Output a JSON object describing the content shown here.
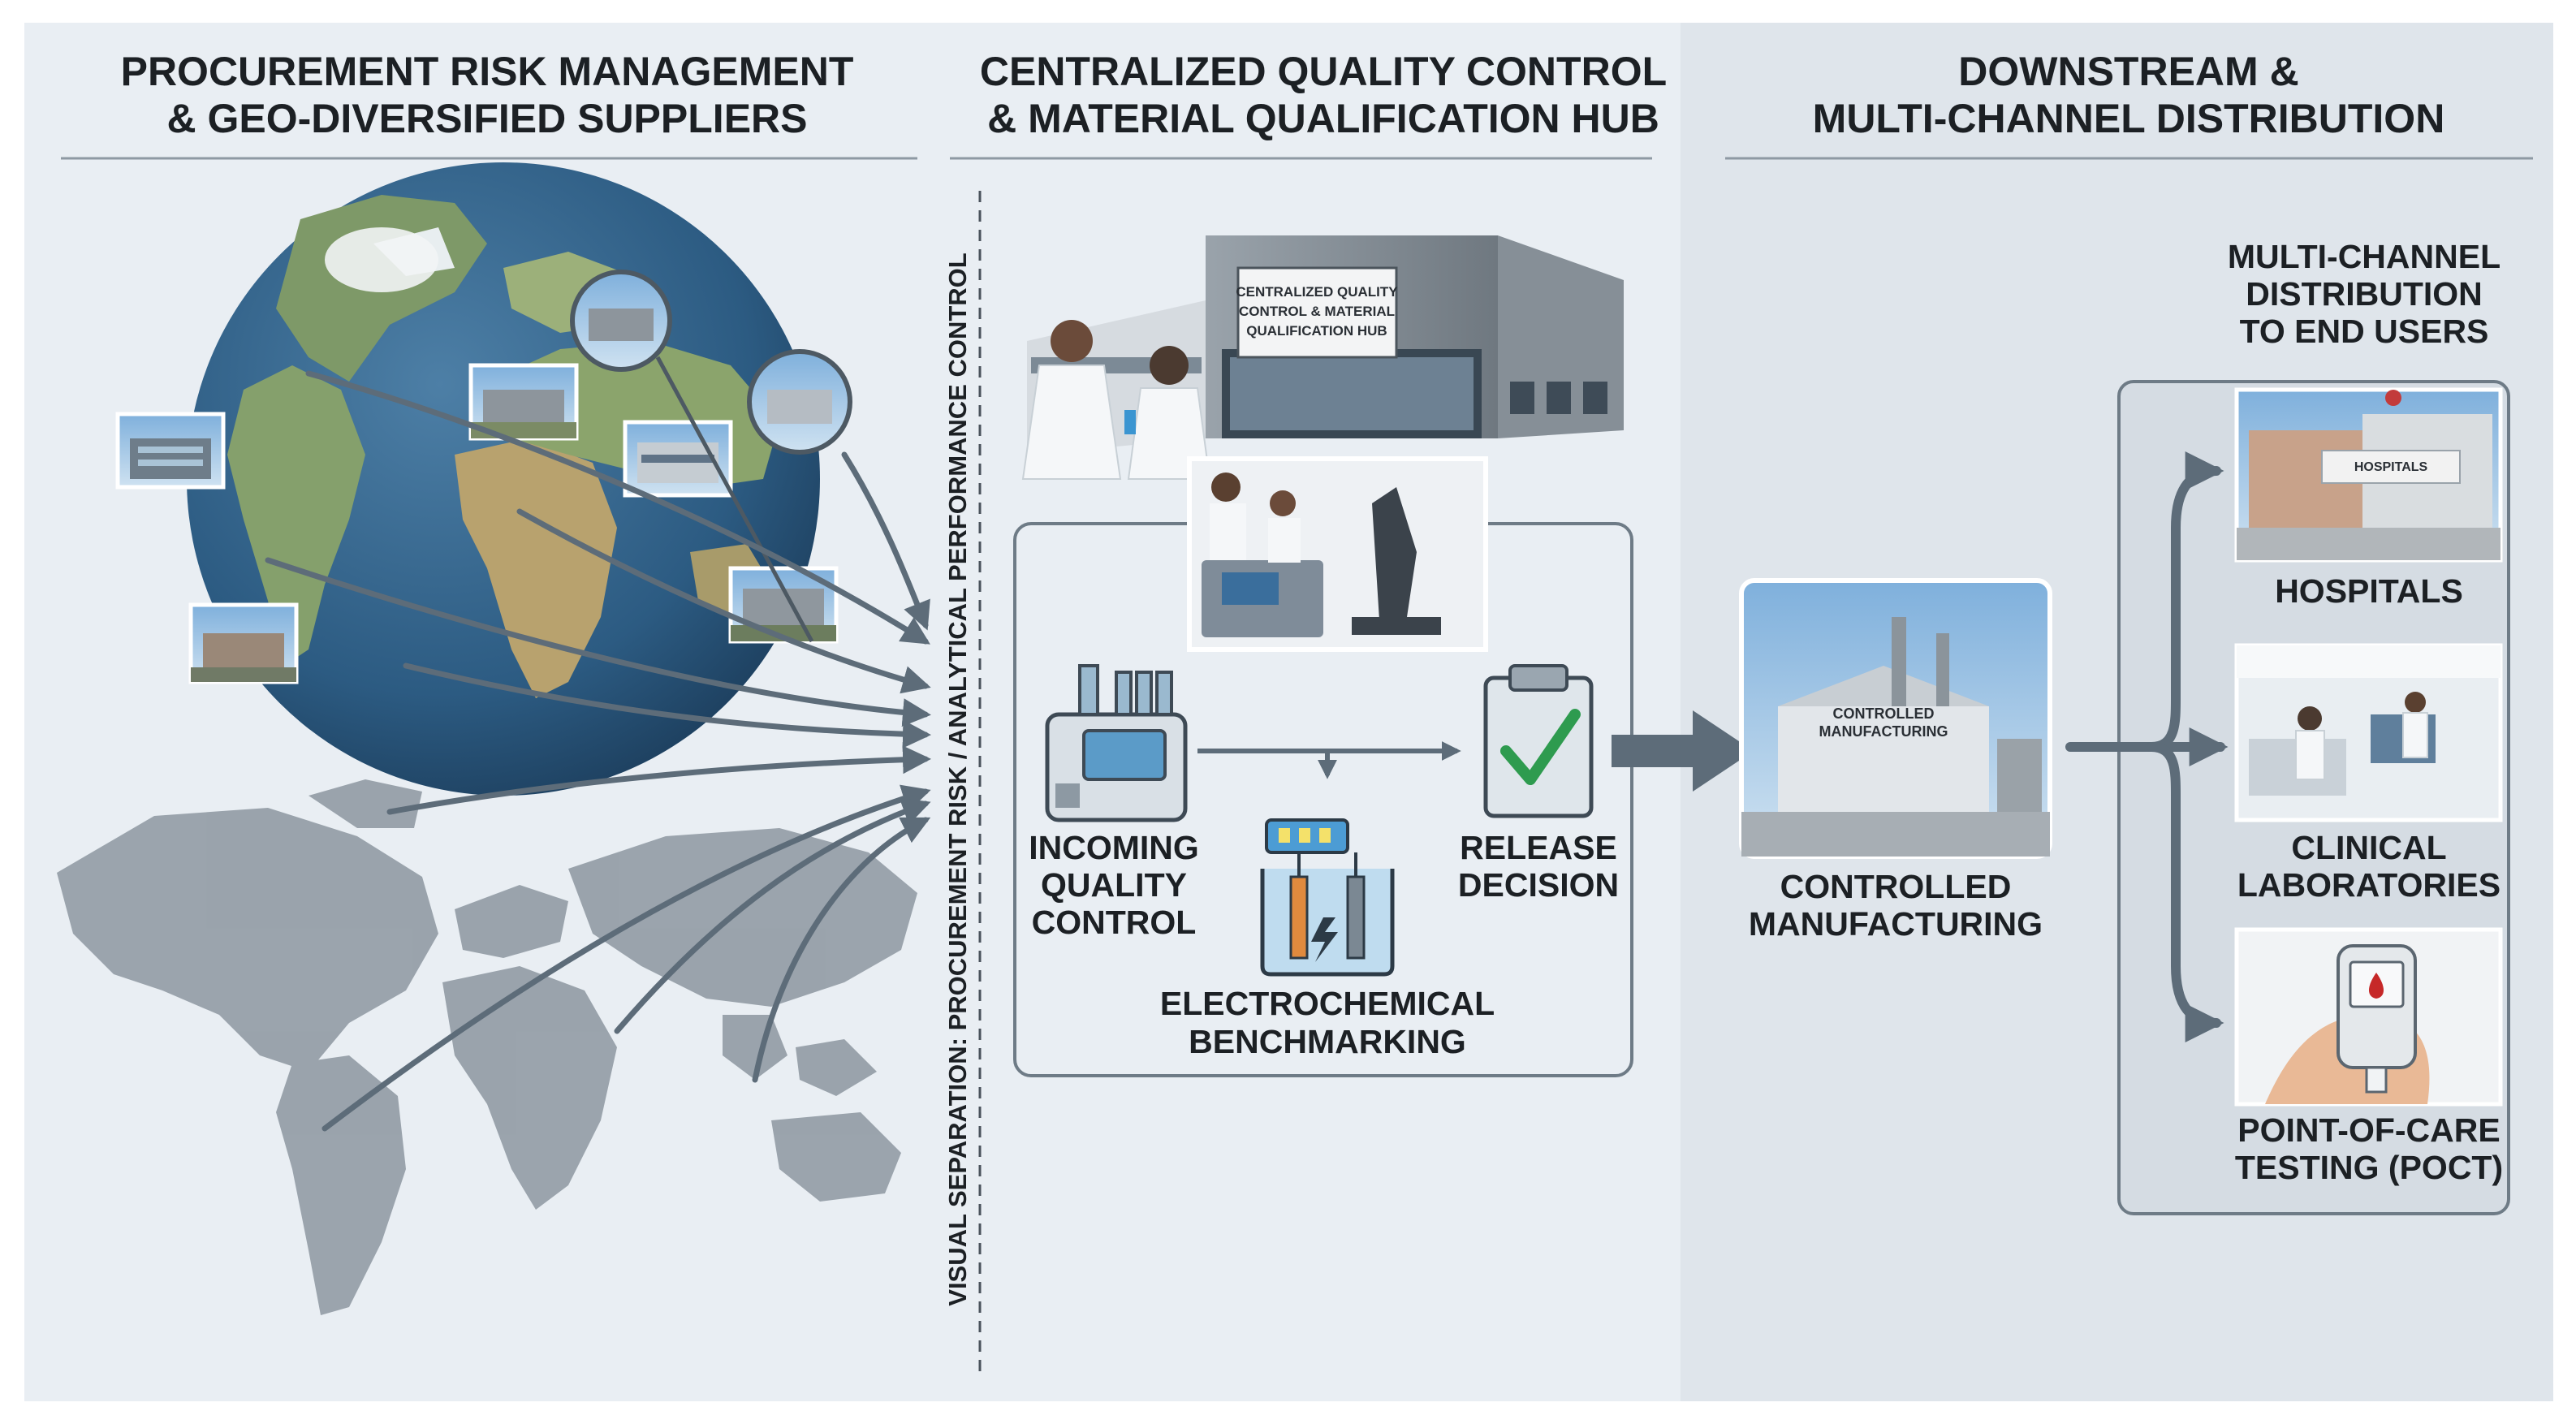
{
  "columns": {
    "left": {
      "heading": [
        "PROCUREMENT RISK MANAGEMENT",
        "& GEO-DIVERSIFIED SUPPLIERS"
      ]
    },
    "middle": {
      "heading": [
        "CENTRALIZED QUALITY CONTROL",
        "& MATERIAL QUALIFICATION HUB"
      ]
    },
    "right": {
      "heading": [
        "DOWNSTREAM &",
        "MULTI-CHANNEL DISTRIBUTION"
      ]
    }
  },
  "separator_label": "VISUAL SEPARATION: PROCUREMENT RISK / ANALYTICAL PERFORMANCE CONTROL",
  "hub_building_sign": [
    "CENTRALIZED QUALITY",
    "CONTROL & MATERIAL",
    "QUALIFICATION HUB"
  ],
  "qc_steps": {
    "incoming": [
      "INCOMING",
      "QUALITY",
      "CONTROL"
    ],
    "benchmark": [
      "ELECTROCHEMICAL",
      "BENCHMARKING"
    ],
    "release": [
      "RELEASE",
      "DECISION"
    ]
  },
  "manufacturing": {
    "label": [
      "CONTROLLED",
      "MANUFACTURING"
    ],
    "sign": [
      "CONTROLLED",
      "MANUFACTURING"
    ]
  },
  "distribution": {
    "heading": [
      "MULTI-CHANNEL",
      "DISTRIBUTION",
      "TO END USERS"
    ],
    "channels": [
      {
        "label": [
          "HOSPITALS"
        ],
        "sign": "HOSPITALS"
      },
      {
        "label": [
          "CLINICAL",
          "LABORATORIES"
        ]
      },
      {
        "label": [
          "POINT-OF-CARE",
          "TESTING (POCT)"
        ]
      }
    ]
  },
  "colors": {
    "background": "#ffffff",
    "panel": "#e8edf2",
    "panel_right": "#dde3e9",
    "arrow": "#5d6c79",
    "text": "#1c2024",
    "ocean": "#2f5f86",
    "land": "#7f9a6a",
    "map_land": "#8d97a0",
    "accent_check": "#2e9b4f"
  }
}
